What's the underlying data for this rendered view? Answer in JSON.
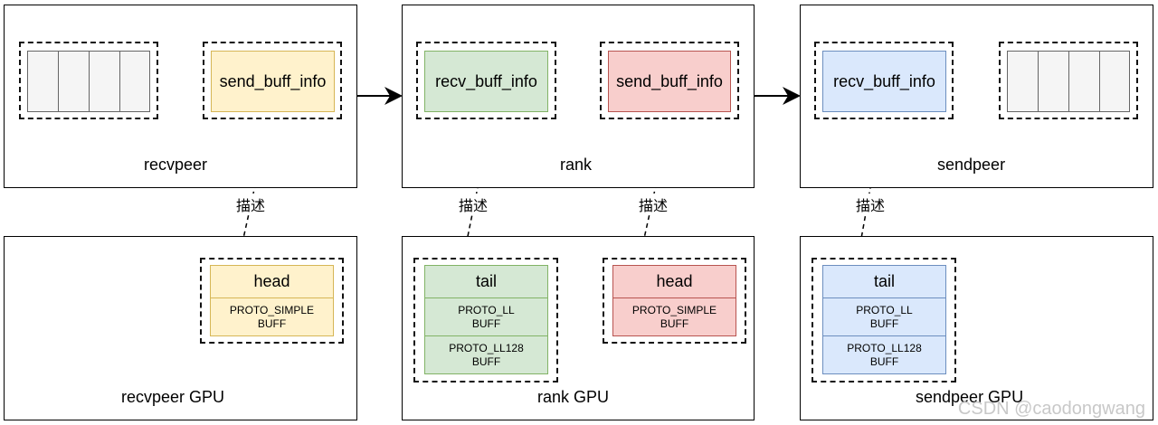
{
  "colors": {
    "yellow_fill": "#fff2cc",
    "yellow_stroke": "#d6b656",
    "green_fill": "#d5e8d4",
    "green_stroke": "#82b366",
    "red_fill": "#f8cecc",
    "red_stroke": "#b85450",
    "blue_fill": "#dae8fc",
    "blue_stroke": "#6c8ebf"
  },
  "peers": {
    "recvpeer": {
      "label": "recvpeer",
      "info": "send_buff_info"
    },
    "rank": {
      "label": "rank",
      "recv_info": "recv_buff_info",
      "send_info": "send_buff_info"
    },
    "sendpeer": {
      "label": "sendpeer",
      "info": "recv_buff_info"
    }
  },
  "gpus": {
    "recvpeer": {
      "label": "recvpeer GPU",
      "head": {
        "title": "head",
        "buff": [
          "PROTO_SIMPLE",
          "BUFF"
        ]
      }
    },
    "rank": {
      "label": "rank GPU",
      "tail": {
        "title": "tail",
        "buffs": [
          [
            "PROTO_LL",
            "BUFF"
          ],
          [
            "PROTO_LL128",
            "BUFF"
          ]
        ]
      },
      "head": {
        "title": "head",
        "buff": [
          "PROTO_SIMPLE",
          "BUFF"
        ]
      }
    },
    "sendpeer": {
      "label": "sendpeer GPU",
      "tail": {
        "title": "tail",
        "buffs": [
          [
            "PROTO_LL",
            "BUFF"
          ],
          [
            "PROTO_LL128",
            "BUFF"
          ]
        ]
      }
    }
  },
  "describe_label": "描述",
  "watermark": "CSDN @caodongwang"
}
